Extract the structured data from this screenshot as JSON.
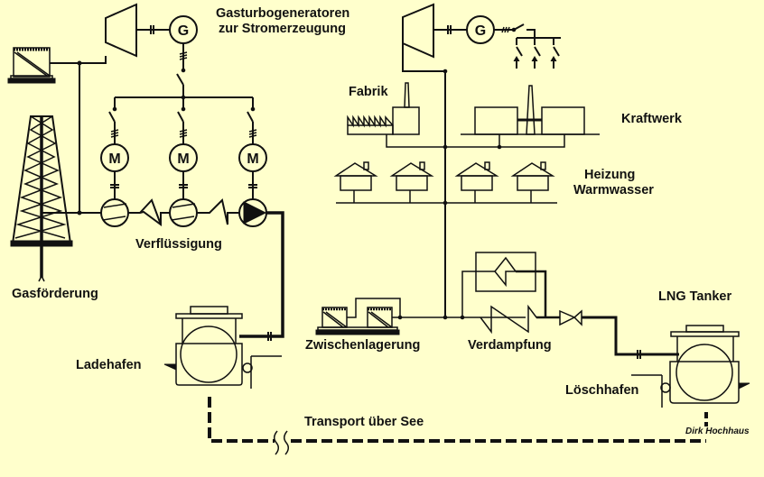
{
  "background_color": "#ffffcc",
  "line_color": "#111111",
  "labels": {
    "gas_turbine_title_line1": "Gasturbogeneratoren",
    "gas_turbine_title_line2": "zur Stromerzeugung",
    "liquefaction": "Verflüssigung",
    "gas_production": "Gasförderung",
    "loading_port": "Ladehafen",
    "sea_transport": "Transport über See",
    "factory": "Fabrik",
    "power_plant": "Kraftwerk",
    "heating_line1": "Heizung",
    "heating_line2": "Warmwasser",
    "intermediate_storage": "Zwischenlagerung",
    "vaporization": "Verdampfung",
    "lng_tanker": "LNG Tanker",
    "unloading_port": "Löschhafen",
    "author": "Dirk Hochhaus"
  },
  "symbols": {
    "generator": "G",
    "motor": "M"
  },
  "components": {
    "motors_count": 3,
    "houses_count": 4,
    "storage_tanks_count": 2,
    "consumer_outputs_count": 3
  }
}
